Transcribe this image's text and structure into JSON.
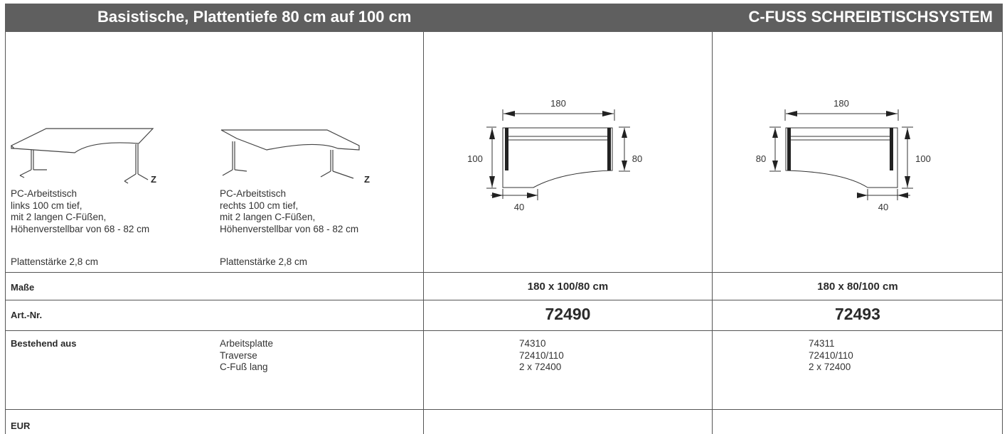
{
  "header": {
    "title": "Basistische, Plattentiefe 80 cm auf 100 cm",
    "system": "C-FUSS SCHREIBTISCHSYSTEM"
  },
  "products": [
    {
      "z_mark": "Z",
      "desc": [
        "PC-Arbeitstisch",
        "links 100 cm tief,",
        "mit 2 langen C-Füßen,",
        "Höhenverstellbar von 68 - 82 cm"
      ],
      "plate": "Plattenstärke 2,8 cm",
      "dims": {
        "width": "180",
        "left": "100",
        "right": "80",
        "cut": "40"
      },
      "masse": "180 x 100/80 cm",
      "artnr": "72490",
      "parts": [
        "74310",
        "72410/110",
        "2 x 72400"
      ]
    },
    {
      "z_mark": "Z",
      "desc": [
        "PC-Arbeitstisch",
        "rechts 100 cm tief,",
        "mit 2 langen C-Füßen,",
        "Höhenverstellbar von 68 - 82 cm"
      ],
      "plate": "Plattenstärke 2,8 cm",
      "dims": {
        "width": "180",
        "left": "80",
        "right": "100",
        "cut": "40"
      },
      "masse": "180 x 80/100 cm",
      "artnr": "72493",
      "parts": [
        "74311",
        "72410/110",
        "2 x 72400"
      ]
    }
  ],
  "rows": {
    "masse_label": "Maße",
    "artnr_label": "Art.-Nr.",
    "bestehend_label": "Bestehend aus",
    "components": [
      "Arbeitsplatte",
      "Traverse",
      "C-Fuß lang"
    ],
    "eur_label": "EUR"
  }
}
